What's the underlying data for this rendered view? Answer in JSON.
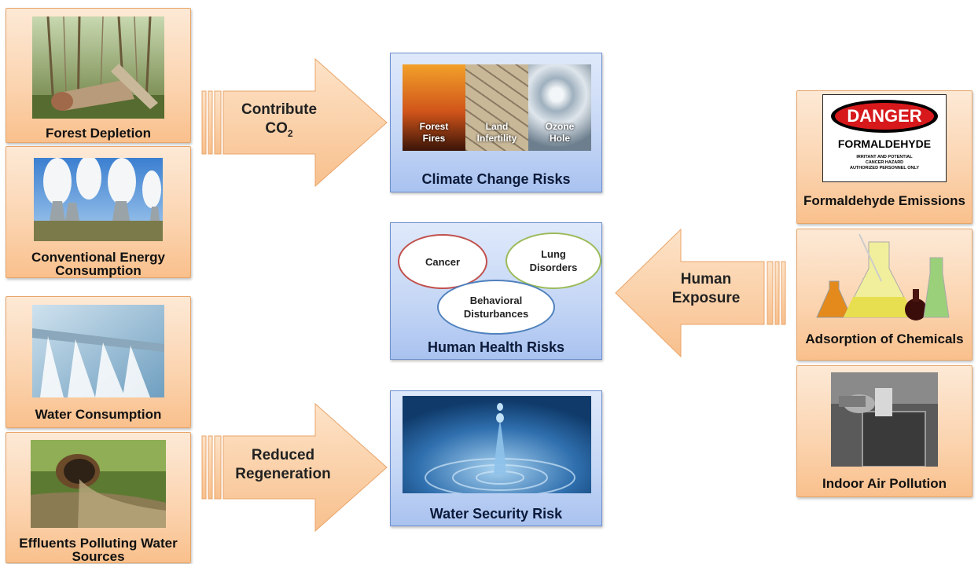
{
  "left_sources": [
    {
      "label": "Forest Depletion"
    },
    {
      "label": "Conventional Energy Consumption"
    },
    {
      "label": "Water Consumption"
    },
    {
      "label": "Effluents Polluting Water Sources"
    }
  ],
  "right_sources": [
    {
      "label": "Formaldehyde Emissions"
    },
    {
      "label": "Adsorption of Chemicals"
    },
    {
      "label": "Indoor Air Pollution"
    }
  ],
  "arrows": {
    "top": {
      "line1": "Contribute",
      "line2": "CO",
      "sub": "2"
    },
    "bottom": {
      "line1": "Reduced",
      "line2": "Regeneration"
    },
    "right": {
      "line1": "Human",
      "line2": "Exposure"
    }
  },
  "climate": {
    "title": "Climate Change Risks",
    "panels": [
      {
        "line1": "Forest",
        "line2": "Fires"
      },
      {
        "line1": "Land",
        "line2": "Infertility"
      },
      {
        "line1": "Ozone",
        "line2": "Hole"
      }
    ]
  },
  "health": {
    "title": "Human Health Risks",
    "cancer": "Cancer",
    "lung1": "Lung",
    "lung2": "Disorders",
    "beh1": "Behavioral",
    "beh2": "Disturbances"
  },
  "water": {
    "title": "Water Security Risk"
  },
  "danger_sign": {
    "header": "DANGER",
    "chemical": "FORMALDEHYDE",
    "fine1": "IRRITANT AND POTENTIAL",
    "fine2": "CANCER HAZARD",
    "fine3": "AUTHORIZED PERSONNEL ONLY"
  },
  "colors": {
    "orange_box": "#fbd3ae",
    "blue_box": "#c4d6f5",
    "cancer_ring": "#c0504d",
    "lung_ring": "#9bbb59",
    "behavioral_ring": "#4f81bd",
    "danger_red": "#d7191c"
  }
}
